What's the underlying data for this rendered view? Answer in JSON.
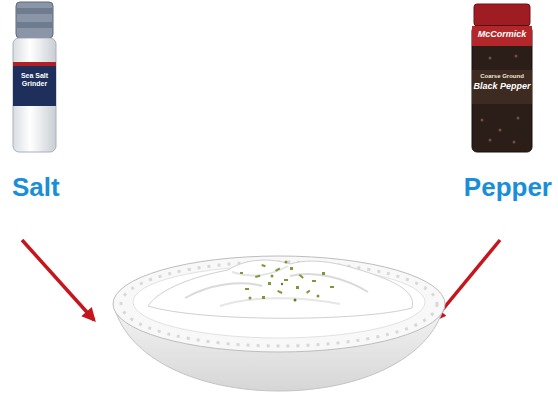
{
  "diagram": {
    "labels": [
      "Sea Salt Grinder",
      "McCormick",
      "Coarse Ground",
      "Black Pepper",
      "Salt",
      "Pepper"
    ]
  }
}
